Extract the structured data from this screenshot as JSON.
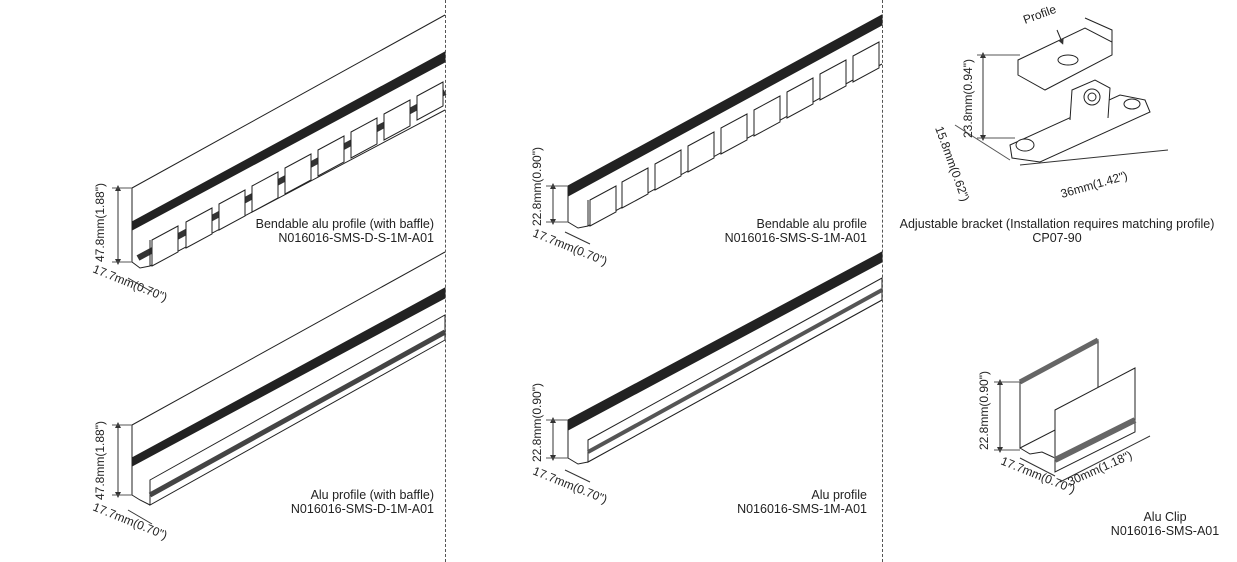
{
  "products": {
    "p1": {
      "name": "Bendable alu profile (with baffle)",
      "code": "N016016-SMS-D-S-1M-A01",
      "height_dim": "47.8mm(1.88\")",
      "width_dim": "17.7mm(0.70\")"
    },
    "p2": {
      "name": "Bendable alu profile",
      "code": "N016016-SMS-S-1M-A01",
      "height_dim": "22.8mm(0.90\")",
      "width_dim": "17.7mm(0.70\")"
    },
    "p3": {
      "name": "Adjustable bracket (Installation requires matching profile)",
      "code": "CP07-90",
      "callout": "Profile",
      "height_dim": "23.8mm(0.94\")",
      "base_dim": "15.8mm(0.62\")",
      "length_dim": "36mm(1.42\")"
    },
    "p4": {
      "name": "Alu profile (with baffle)",
      "code": "N016016-SMS-D-1M-A01",
      "height_dim": "47.8mm(1.88\")",
      "width_dim": "17.7mm(0.70\")"
    },
    "p5": {
      "name": "Alu profile",
      "code": "N016016-SMS-1M-A01",
      "height_dim": "22.8mm(0.90\")",
      "width_dim": "17.7mm(0.70\")"
    },
    "p6": {
      "name": "Alu Clip",
      "code": "N016016-SMS-A01",
      "height_dim": "22.8mm(0.90\")",
      "width_dim": "17.7mm(0.70\")",
      "length_dim": "30mm(1.18\")"
    }
  }
}
